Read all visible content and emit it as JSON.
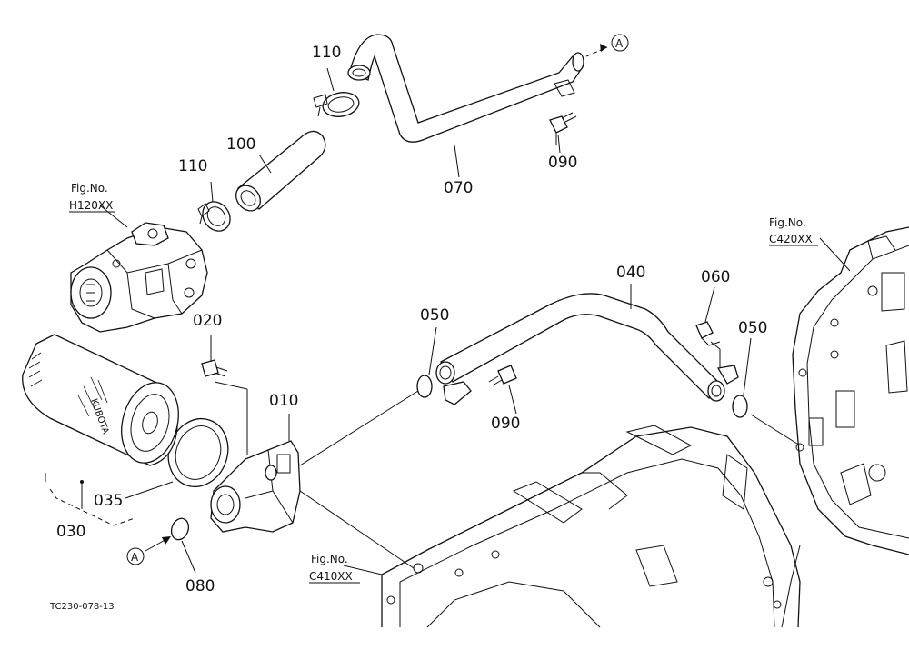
{
  "labels": {
    "p110_top": "110",
    "p110_left": "110",
    "p100": "100",
    "p070": "070",
    "p090_top": "090",
    "p040": "040",
    "p060": "060",
    "p050_left": "050",
    "p050_right": "050",
    "p090_mid": "090",
    "p020": "020",
    "p010": "010",
    "p035": "035",
    "p030": "030",
    "p080": "080"
  },
  "fig_refs": {
    "h120": {
      "title": "Fig.No.",
      "code": "H120XX"
    },
    "c420": {
      "title": "Fig.No.",
      "code": "C420XX"
    },
    "c410": {
      "title": "Fig.No.",
      "code": "C410XX"
    }
  },
  "arrow_marker": "A",
  "drawing_code": "TC230-078-13",
  "filter_brand_text": "KUBOTA"
}
